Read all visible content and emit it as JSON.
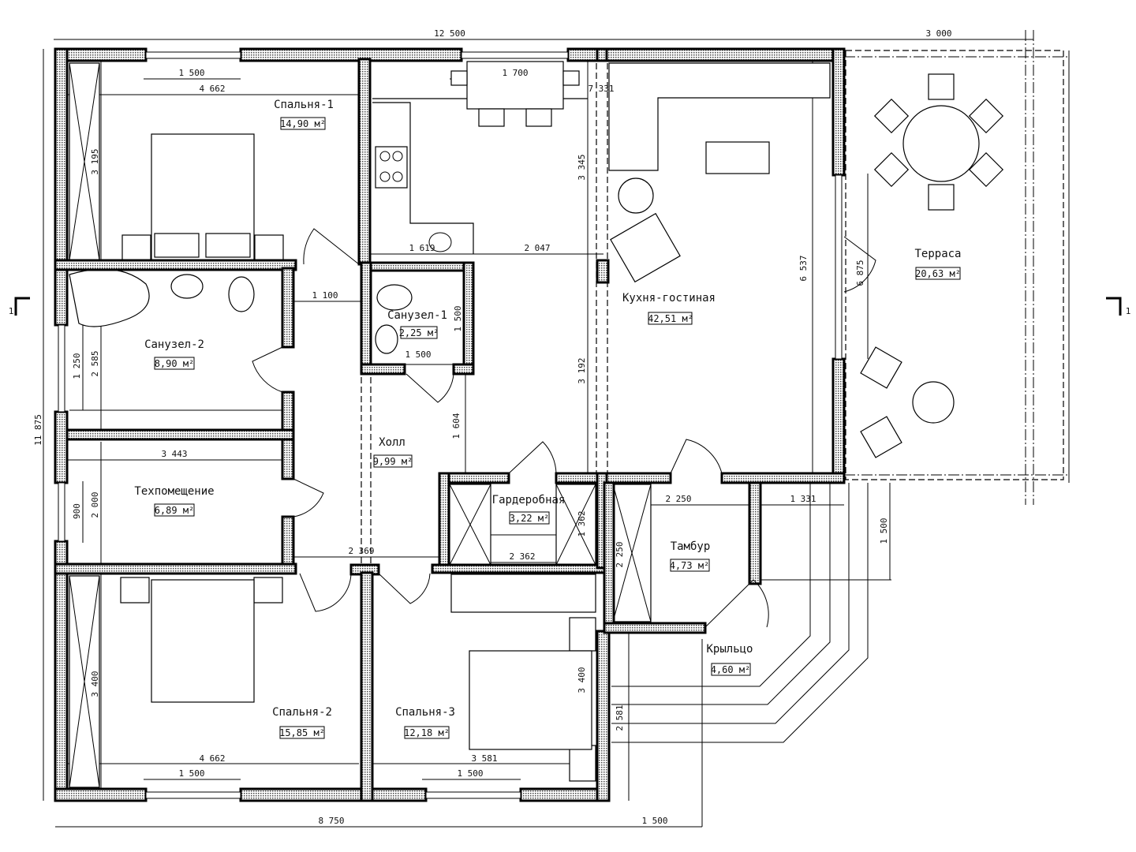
{
  "title": "Floor plan",
  "rooms": [
    {
      "name": "Спальня-1",
      "area": "14,90 м²"
    },
    {
      "name": "Санузел-2",
      "area": "8,90 м²"
    },
    {
      "name": "Техпомещение",
      "area": "6,89 м²"
    },
    {
      "name": "Спальня-2",
      "area": "15,85 м²"
    },
    {
      "name": "Спальня-3",
      "area": "12,18 м²"
    },
    {
      "name": "Холл",
      "area": "9,99 м²"
    },
    {
      "name": "Санузел-1",
      "area": "2,25 м²"
    },
    {
      "name": "Гардеробная",
      "area": "3,22 м²"
    },
    {
      "name": "Кухня-гостиная",
      "area": "42,51 м²"
    },
    {
      "name": "Тамбур",
      "area": "4,73 м²"
    },
    {
      "name": "Крыльцо",
      "area": "4,60 м²"
    },
    {
      "name": "Терраса",
      "area": "20,63 м²"
    }
  ],
  "dimensions": [
    "12 500",
    "3 000",
    "1 500",
    "4 662",
    "1 700",
    "7 331",
    "3 195",
    "3 345",
    "1 619",
    "2 047",
    "6 537",
    "6 875",
    "1 100",
    "1 500",
    "1 500",
    "2 585",
    "1 250",
    "3 192",
    "11 875",
    "1 604",
    "3 443",
    "2 000",
    "900",
    "2 250",
    "1 331",
    "1 500",
    "1 362",
    "2 369",
    "2 362",
    "2 250",
    "3 400",
    "3 400",
    "2 581",
    "4 662",
    "3 581",
    "1 500",
    "1 500",
    "8 750",
    "1 500"
  ],
  "section_marks": [
    "1",
    "1"
  ]
}
